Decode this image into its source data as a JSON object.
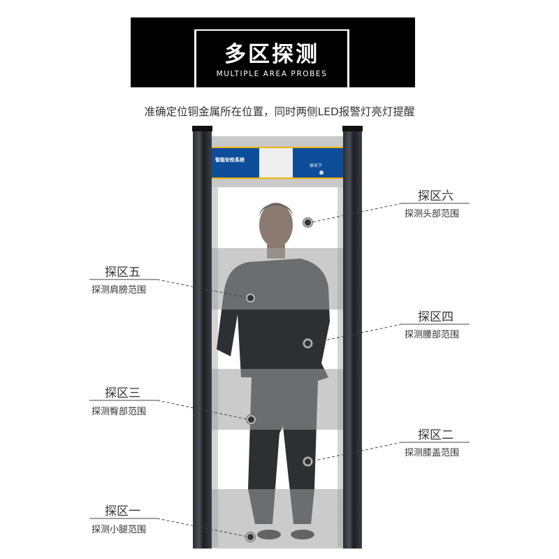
{
  "header": {
    "title": "多区探测",
    "subtitle_en": "MULTIPLE AREA PROBES"
  },
  "description": "准确定位铜金属所在位置，同时两侧LED报警灯亮灯提醒",
  "device_panel": {
    "system_name": "智能安检系统",
    "brand": "探天下"
  },
  "zones": [
    {
      "title": "探区六",
      "desc": "探测头部范围"
    },
    {
      "title": "探区五",
      "desc": "探测肩膀范围"
    },
    {
      "title": "探区四",
      "desc": "探测腰部范围"
    },
    {
      "title": "探区三",
      "desc": "探测臀部范围"
    },
    {
      "title": "探区二",
      "desc": "探测膝盖范围"
    },
    {
      "title": "探区一",
      "desc": "探测小腿范围"
    }
  ],
  "colors": {
    "panel_blue": "#0d4d9a",
    "panel_yellow": "#f0b400"
  }
}
